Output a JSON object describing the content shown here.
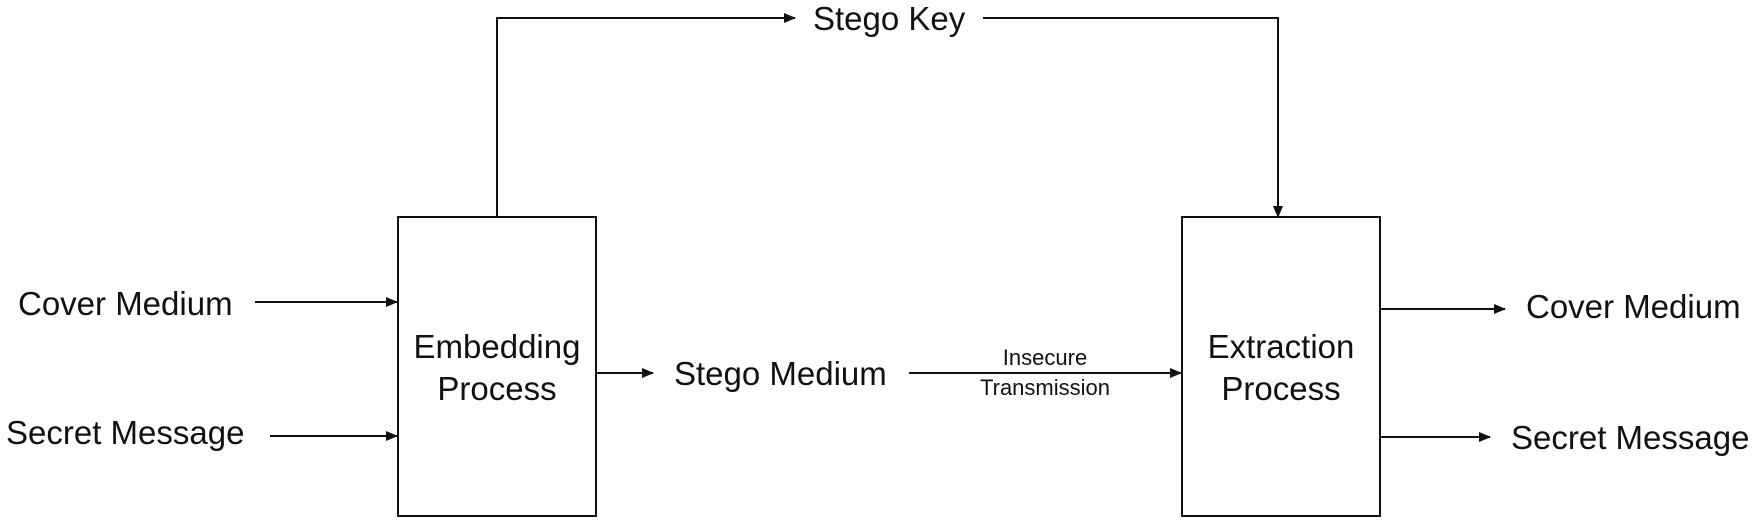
{
  "diagram": {
    "stego_key": "Stego Key",
    "embedding": {
      "line1": "Embedding",
      "line2": "Process"
    },
    "extraction": {
      "line1": "Extraction",
      "line2": "Process"
    },
    "inputs": {
      "cover": "Cover Medium",
      "secret": "Secret Message"
    },
    "outputs": {
      "cover": "Cover Medium",
      "secret": "Secret Message"
    },
    "stego_medium": "Stego Medium",
    "transmission": {
      "line1": "Insecure",
      "line2": "Transmission"
    }
  },
  "colors": {
    "stroke": "#111111",
    "background": "#ffffff"
  }
}
